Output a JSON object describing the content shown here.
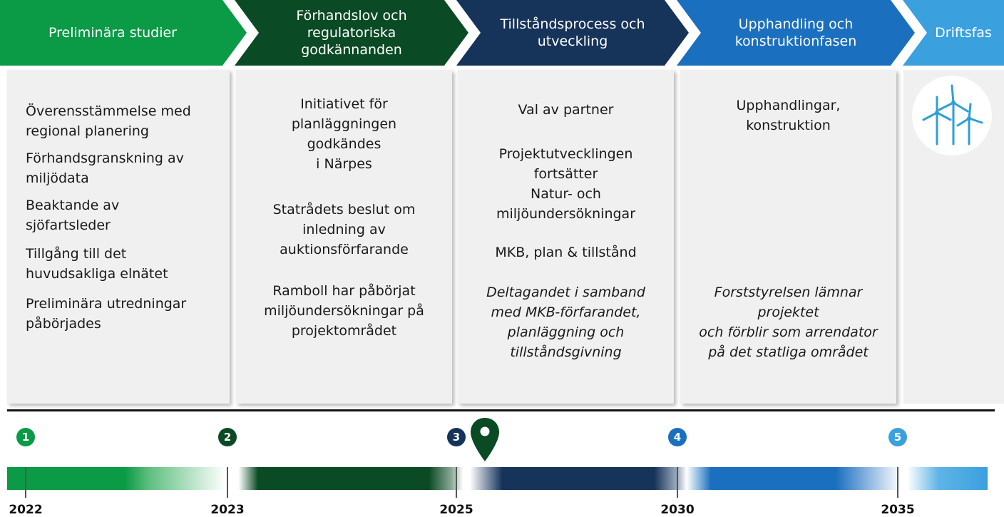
{
  "phases": [
    {
      "label": [
        "Preliminära studier"
      ],
      "color": "#0b9a46"
    },
    {
      "label": [
        "Förhandslov och",
        "regulatoriska",
        "godkännanden"
      ],
      "color": "#0a4a24"
    },
    {
      "label": [
        "Tillståndsprocess och",
        "utveckling"
      ],
      "color": "#16335a"
    },
    {
      "label": [
        "Upphandling och",
        "konstruktionfasen"
      ],
      "color": "#1a6fbf"
    },
    {
      "label": [
        "Driftsfas"
      ],
      "color": "#3aa0de"
    }
  ],
  "col1": {
    "items": [
      "Överensstämmelse med regional planering",
      "Förhandsgranskning av miljödata",
      "Beaktande av sjöfartsleder",
      "Tillgång till det huvudsakliga elnätet",
      "Preliminära utredningar påbörjades"
    ]
  },
  "col2": {
    "block1": [
      "Initiativet för",
      "planläggningen",
      "godkändes",
      "i Närpes"
    ],
    "block2": [
      "Statrådets beslut om",
      "inledning av",
      "auktionsförfarande"
    ],
    "block3": [
      "Ramboll har påbörjat",
      "miljöundersökningar på",
      "projektområdet"
    ]
  },
  "col3": {
    "block1": [
      "Val av partner"
    ],
    "block2": [
      "Projektutvecklingen",
      "fortsätter",
      "Natur- och",
      "miljöundersökningar"
    ],
    "block3": [
      "MKB, plan & tillstånd"
    ],
    "block4": [
      "Deltagandet i samband",
      "med MKB-förfarandet,",
      "planläggning och",
      "tillståndsgivning"
    ]
  },
  "col4": {
    "block1": [
      "Upphandlingar,",
      "konstruktion"
    ],
    "block2": [
      "Forststyrelsen lämnar",
      "projektet",
      "och förblir som arrendator",
      "på det statliga området"
    ]
  },
  "col5": {
    "icon": "wind-turbines-icon"
  },
  "timeline": {
    "badges": [
      {
        "num": "1",
        "color": "#0b9a46"
      },
      {
        "num": "2",
        "color": "#0a4a24"
      },
      {
        "num": "3",
        "color": "#16335a"
      },
      {
        "num": "4",
        "color": "#1a6fbf"
      },
      {
        "num": "5",
        "color": "#3aa0de"
      }
    ],
    "years": [
      "2022",
      "2023",
      "2025",
      "2030",
      "2035"
    ],
    "marker": {
      "icon": "location-pin-icon",
      "color": "#0a4a24"
    }
  }
}
